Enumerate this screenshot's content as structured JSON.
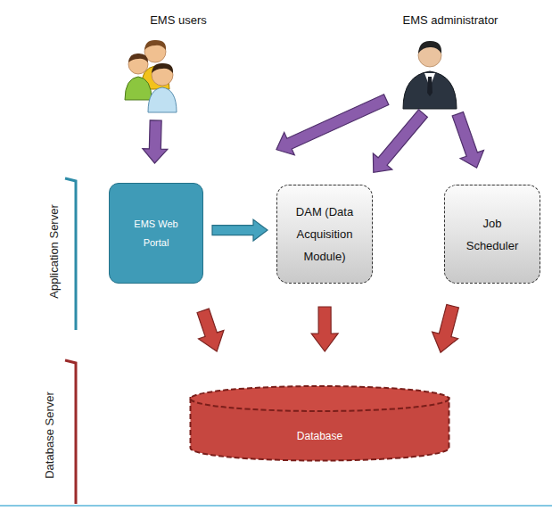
{
  "diagram": {
    "nodes": [
      {
        "text": [
          "EMS users"
        ]
      },
      {
        "text": [
          "EMS administrator"
        ]
      },
      {
        "text": [
          "EMS Web Portal"
        ]
      },
      {
        "text": [
          "DAM (Data Acquisition Module)"
        ]
      },
      {
        "text": [
          "Job Scheduler"
        ]
      },
      {
        "text": [
          "Database"
        ]
      }
    ],
    "edges": [
      {
        "from": 0,
        "to": 2,
        "arrow": "to"
      },
      {
        "from": 1,
        "to": 2,
        "arrow": "to"
      },
      {
        "from": 1,
        "to": 3,
        "arrow": "to"
      },
      {
        "from": 1,
        "to": 4,
        "arrow": "to"
      },
      {
        "from": 2,
        "to": 3,
        "arrow": "to"
      },
      {
        "from": 2,
        "to": 5,
        "arrow": "to"
      },
      {
        "from": 3,
        "to": 5,
        "arrow": "to"
      },
      {
        "from": 4,
        "to": 5,
        "arrow": "to"
      }
    ],
    "labels": [
      "Application Server",
      "Database Server"
    ]
  }
}
